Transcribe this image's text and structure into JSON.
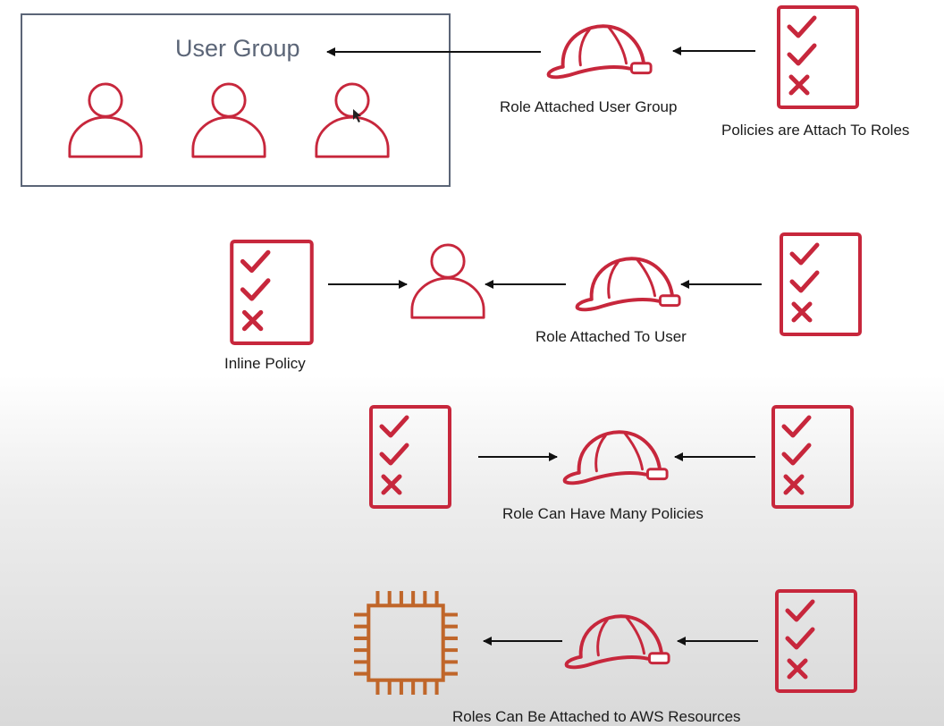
{
  "colors": {
    "icon_red": "#c7273c",
    "chip_orange": "#c0662a",
    "group_border": "#5b6577",
    "arrow": "#111111"
  },
  "user_group": {
    "title": "User Group",
    "members": [
      "user-icon",
      "user-icon",
      "user-icon"
    ]
  },
  "labels": {
    "role_attached_user_group": "Role Attached User Group",
    "policies_attach_to_roles": "Policies are Attach To Roles",
    "inline_policy": "Inline Policy",
    "role_attached_to_user": "Role Attached To User",
    "role_many_policies": "Role Can Have Many Policies",
    "roles_aws_resources": "Roles Can Be Attached to AWS Resources"
  },
  "icons": {
    "user": "user-icon",
    "role": "hard-hat-icon",
    "policy": "policy-checklist-icon",
    "resource": "ec2-chip-icon"
  }
}
